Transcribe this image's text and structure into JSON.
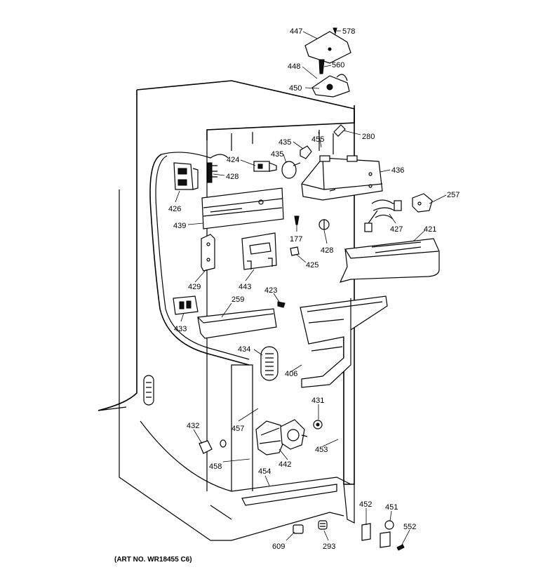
{
  "diagram": {
    "art_number": "(ART NO. WR18455 C6)",
    "labels": [
      "447",
      "578",
      "448",
      "560",
      "450",
      "280",
      "455",
      "435",
      "424",
      "435",
      "428",
      "436",
      "257",
      "426",
      "439",
      "177",
      "428",
      "427",
      "421",
      "425",
      "429",
      "443",
      "423",
      "259",
      "433",
      "434",
      "406",
      "431",
      "432",
      "457",
      "453",
      "442",
      "458",
      "454",
      "452",
      "451",
      "552",
      "609",
      "293"
    ]
  }
}
